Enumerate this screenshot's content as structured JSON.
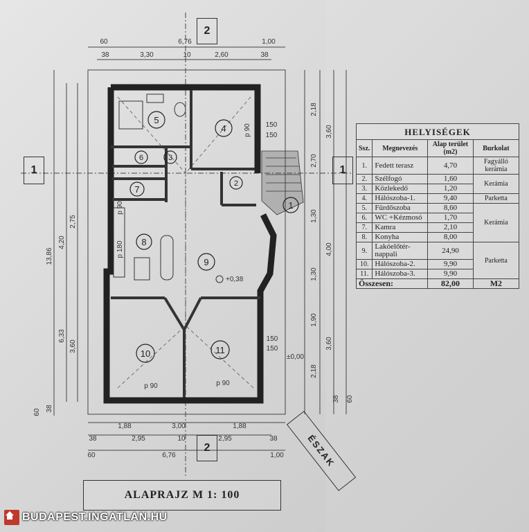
{
  "plan": {
    "title": "ALAPRAJZ M 1: 100",
    "north_label": "ÉSZAK",
    "section_marks": [
      "2",
      "2",
      "1",
      "1"
    ],
    "elevations": [
      "+0,38",
      "±0,00"
    ],
    "room_numbers": [
      "1",
      "2",
      "3",
      "4",
      "5",
      "6",
      "7",
      "8",
      "9",
      "10",
      "11"
    ],
    "dims_top": [
      "60",
      "6,76",
      "1,00",
      "38",
      "3,30",
      "10",
      "2,60",
      "38"
    ],
    "dims_bottom": [
      "1,88",
      "3,00",
      "1,88",
      "38",
      "2,95",
      "10",
      "2,95",
      "38",
      "60",
      "6,76",
      "1,00"
    ],
    "dims_left": [
      "13,86",
      "4,20",
      "2,75",
      "6,33",
      "3,60",
      "60",
      "38"
    ],
    "dims_right": [
      "2,18",
      "3,60",
      "2,70",
      "1,30",
      "4,00",
      "1,30",
      "1,90",
      "3,60",
      "2,18",
      "60",
      "38"
    ],
    "door_labels": [
      "p 90",
      "p 90",
      "p 90",
      "p 90",
      "150",
      "150",
      "150",
      "150",
      "p 180"
    ]
  },
  "table": {
    "title": "HELYISÉGEK",
    "headers": [
      "Ssz.",
      "Megnevezés",
      "Alap terület (m2)",
      "Burkolat"
    ],
    "rows": [
      {
        "no": "1.",
        "name": "Fedett terasz",
        "area": "4,70",
        "finish": "Fagyálló kerámia"
      },
      {
        "no": "2.",
        "name": "Szélfogó",
        "area": "1,60",
        "finish": "Kerámia"
      },
      {
        "no": "3.",
        "name": "Közlekedő",
        "area": "1,20",
        "finish": ""
      },
      {
        "no": "4.",
        "name": "Hálószoba-1.",
        "area": "9,40",
        "finish": "Parketta"
      },
      {
        "no": "5.",
        "name": "Fürdőszoba",
        "area": "8,60",
        "finish": "Kerámia"
      },
      {
        "no": "6.",
        "name": "WC +Kézmosó",
        "area": "1,70",
        "finish": ""
      },
      {
        "no": "7.",
        "name": "Kamra",
        "area": "2,10",
        "finish": ""
      },
      {
        "no": "8.",
        "name": "Konyha",
        "area": "8,00",
        "finish": ""
      },
      {
        "no": "9.",
        "name": "Lakóelőtér-nappali",
        "area": "24,90",
        "finish": "Parketta"
      },
      {
        "no": "10.",
        "name": "Hálószoba-2.",
        "area": "9,90",
        "finish": ""
      },
      {
        "no": "11.",
        "name": "Hálószoba-3.",
        "area": "9,90",
        "finish": ""
      }
    ],
    "total_label": "Összesen:",
    "total_value": "82,00",
    "total_unit": "M2"
  },
  "watermark": {
    "text": "BUDAPEST.INGATLAN.HU"
  }
}
